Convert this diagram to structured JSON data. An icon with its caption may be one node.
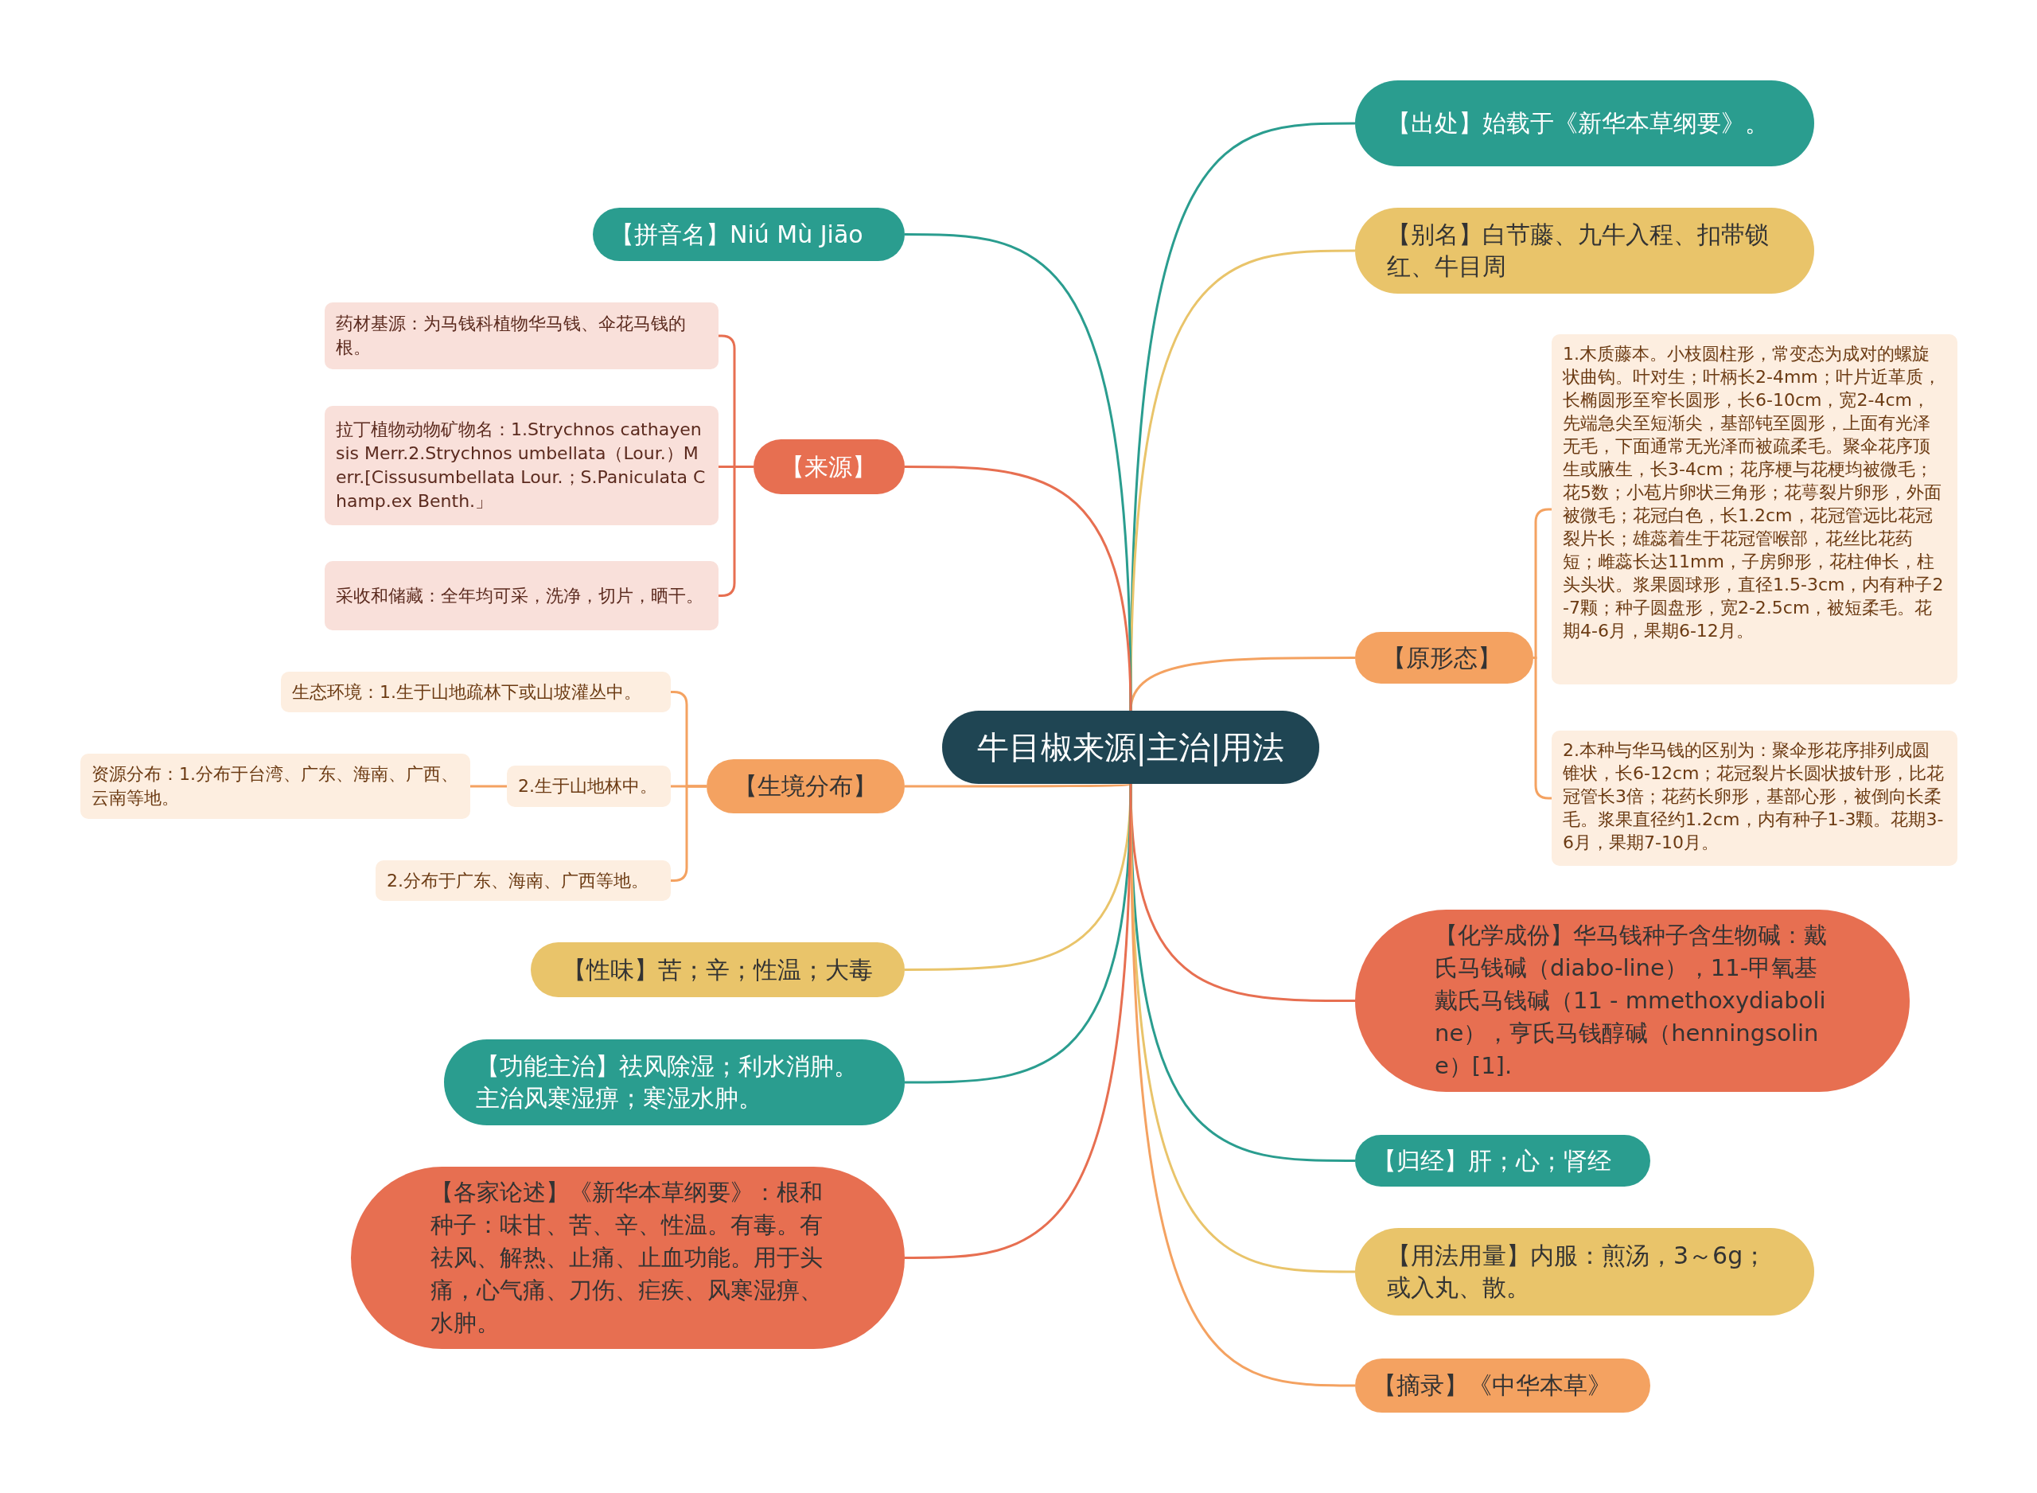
{
  "diagram": {
    "nodes": [
      {
        "text": [
          "牛目椒来源|主治|用法"
        ]
      },
      {
        "text": [
          "【出处】始载于《新华本草纲要》。"
        ]
      },
      {
        "text": [
          "【别名】白节藤、九牛入程、扣带锁红、牛目周"
        ]
      },
      {
        "text": [
          "【原形态】"
        ]
      },
      {
        "text": [
          "1.木质藤本。小枝圆柱形，常变态为成对的螺旋状曲钩。叶对生；叶柄长2-4mm；叶片近革质，长椭圆形至窄长圆形，长6-10cm，宽2-4cm，先端急尖至短渐尖，基部钝至圆形，上面有光泽无毛，下面通常无光泽而被疏柔毛。聚伞花序顶生或腋生，长3-4cm；花序梗与花梗均被微毛；花5数；小苞片卵状三角形；花萼裂片卵形，外面被微毛；花冠白色，长1.2cm，花冠管远比花冠裂片长；雄蕊着生于花冠管喉部，花丝比花药短；雌蕊长达11mm，子房卵形，花柱伸长，柱头头状。浆果圆球形，直径1.5-3cm，内有种子2-7颗；种子圆盘形，宽2-2.5cm，被短柔毛。花期4-6月，果期6-12月。"
        ]
      },
      {
        "text": [
          "2.本种与华马钱的区别为：聚伞形花序排列成圆锥状，长6-12cm；花冠裂片长圆状披针形，比花冠管长3倍；花药长卵形，基部心形，被倒向长柔毛。浆果直径约1.2cm，内有种子1-3颗。花期3-6月，果期7-10月。"
        ]
      },
      {
        "text": [
          "【化学成份】华马钱种子含生物碱：戴氏马钱碱（diabo-line），11-甲氧基戴氏马钱碱（11 - mmethoxydiaboline），亨氏马钱醇碱（henningsoline）[1]."
        ]
      },
      {
        "text": [
          "【归经】肝；心；肾经"
        ]
      },
      {
        "text": [
          "【用法用量】内服：煎汤，3～6g；或入丸、散。"
        ]
      },
      {
        "text": [
          "【摘录】《中华本草》"
        ]
      },
      {
        "text": [
          "【拼音名】Niú Mù Jiāo"
        ]
      },
      {
        "text": [
          "【来源】"
        ]
      },
      {
        "text": [
          "药材基源：为马钱科植物华马钱、伞花马钱的根。"
        ]
      },
      {
        "text": [
          "拉丁植物动物矿物名：1.Strychnos cathayensis Merr.2.Strychnos umbellata（Lour.）Merr.[Cissusumbellata Lour.；S.Paniculata Champ.ex Benth.」"
        ]
      },
      {
        "text": [
          "采收和储藏：全年均可采，洗净，切片，晒干。"
        ]
      },
      {
        "text": [
          "【生境分布】"
        ]
      },
      {
        "text": [
          "生态环境：1.生于山地疏林下或山坡灌丛中。"
        ]
      },
      {
        "text": [
          "2.生于山地林中。"
        ]
      },
      {
        "text": [
          "资源分布：1.分布于台湾、广东、海南、广西、云南等地。"
        ]
      },
      {
        "text": [
          "2.分布于广东、海南、广西等地。"
        ]
      },
      {
        "text": [
          "【性味】苦；辛；性温；大毒"
        ]
      },
      {
        "text": [
          "【功能主治】祛风除湿；利水消肿。主治风寒湿痹；寒湿水肿。"
        ]
      },
      {
        "text": [
          "【各家论述】《新华本草纲要》：根和种子：味甘、苦、辛、性温。有毒。有祛风、解热、止痛、止血功能。用于头痛，心气痛、刀伤、疟疾、风寒湿痹、水肿。"
        ]
      }
    ],
    "edges": [
      {
        "from": 0,
        "to": 1,
        "arrow": "none",
        "color": "#2a9d8f"
      },
      {
        "from": 0,
        "to": 2,
        "arrow": "none",
        "color": "#e9c46a"
      },
      {
        "from": 0,
        "to": 3,
        "arrow": "none",
        "color": "#f4a261"
      },
      {
        "from": 3,
        "to": 4,
        "arrow": "none",
        "color": "#f4a261"
      },
      {
        "from": 3,
        "to": 5,
        "arrow": "none",
        "color": "#f4a261"
      },
      {
        "from": 0,
        "to": 6,
        "arrow": "none",
        "color": "#e76f51"
      },
      {
        "from": 0,
        "to": 7,
        "arrow": "none",
        "color": "#2a9d8f"
      },
      {
        "from": 0,
        "to": 8,
        "arrow": "none",
        "color": "#e9c46a"
      },
      {
        "from": 0,
        "to": 9,
        "arrow": "none",
        "color": "#f4a261"
      },
      {
        "from": 0,
        "to": 10,
        "arrow": "none",
        "color": "#2a9d8f"
      },
      {
        "from": 0,
        "to": 11,
        "arrow": "none",
        "color": "#e76f51"
      },
      {
        "from": 11,
        "to": 12,
        "arrow": "none",
        "color": "#e76f51"
      },
      {
        "from": 11,
        "to": 13,
        "arrow": "none",
        "color": "#e76f51"
      },
      {
        "from": 11,
        "to": 14,
        "arrow": "none",
        "color": "#e76f51"
      },
      {
        "from": 0,
        "to": 15,
        "arrow": "none",
        "color": "#f4a261"
      },
      {
        "from": 15,
        "to": 16,
        "arrow": "none",
        "color": "#f4a261"
      },
      {
        "from": 15,
        "to": 17,
        "arrow": "none",
        "color": "#f4a261"
      },
      {
        "from": 17,
        "to": 18,
        "arrow": "none",
        "color": "#f4a261"
      },
      {
        "from": 15,
        "to": 19,
        "arrow": "none",
        "color": "#f4a261"
      },
      {
        "from": 0,
        "to": 20,
        "arrow": "none",
        "color": "#e9c46a"
      },
      {
        "from": 0,
        "to": 21,
        "arrow": "none",
        "color": "#2a9d8f"
      },
      {
        "from": 0,
        "to": 22,
        "arrow": "none",
        "color": "#e76f51"
      }
    ]
  }
}
